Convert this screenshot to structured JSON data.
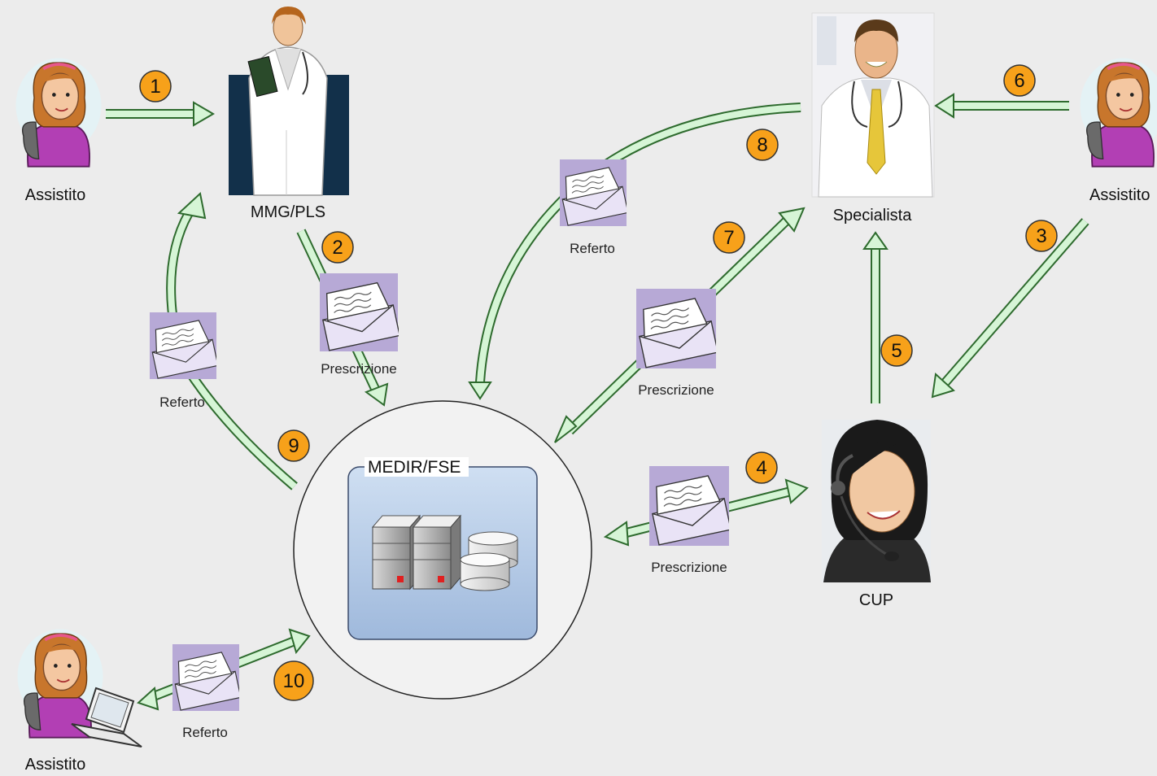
{
  "actors": {
    "assistito_top_left": "Assistito",
    "mmg": "MMG/PLS",
    "specialista": "Specialista",
    "assistito_top_right": "Assistito",
    "cup": "CUP",
    "assistito_bottom_left": "Assistito"
  },
  "system": {
    "label": "MEDIR/FSE"
  },
  "documents": {
    "referto_left": "Referto",
    "prescrizione_mmg": "Prescrizione",
    "referto_top": "Referto",
    "prescrizione_spec": "Prescrizione",
    "prescrizione_cup": "Prescrizione",
    "referto_bottom": "Referto"
  },
  "steps": [
    "1",
    "2",
    "3",
    "4",
    "5",
    "6",
    "7",
    "8",
    "9",
    "10"
  ],
  "colors": {
    "arrow_fill": "#d6f5d6",
    "arrow_stroke": "#2e6b2e",
    "badge_fill": "#f7a11a",
    "envelope_bg": "#b7a9d6",
    "server_box": "#b7cde8",
    "background": "#ececec"
  }
}
